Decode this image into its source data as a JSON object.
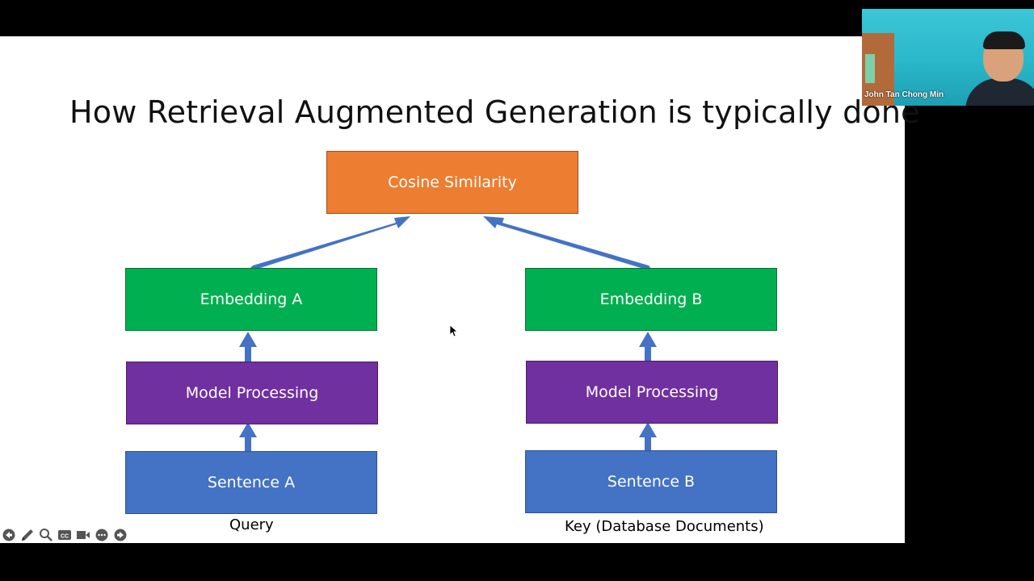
{
  "slide": {
    "title": "How Retrieval Augmented Generation is typically done",
    "top_box": "Cosine Similarity",
    "left": {
      "embedding": "Embedding A",
      "model": "Model Processing",
      "sentence": "Sentence A",
      "caption": "Query"
    },
    "right": {
      "embedding": "Embedding B",
      "model": "Model Processing",
      "sentence": "Sentence B",
      "caption": "Key (Database Documents)"
    },
    "colors": {
      "orange": "#ED7D31",
      "green": "#00B050",
      "purple": "#7030A0",
      "blue": "#4472C4",
      "arrow": "#4472C4"
    }
  },
  "video": {
    "participant_name": "John Tan Chong Min"
  },
  "toolbar": {
    "icons": [
      "back-arrow-icon",
      "pen-icon",
      "zoom-icon",
      "captions-icon",
      "video-icon",
      "more-icon",
      "forward-arrow-icon"
    ]
  }
}
